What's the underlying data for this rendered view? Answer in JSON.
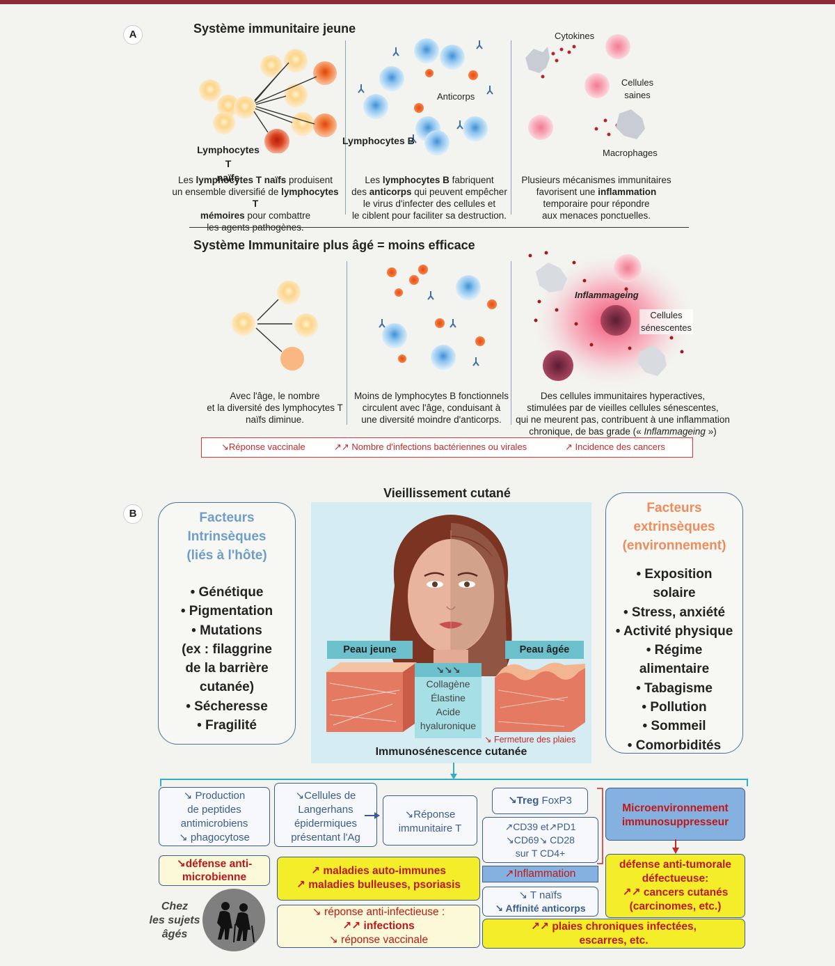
{
  "panel_a": {
    "letter": "A",
    "young_title": "Système immunitaire jeune",
    "old_title": "Système Immunitaire plus âgé = moins efficace",
    "labels": {
      "lymph_t": "Lymphocytes T",
      "naifs": "naïfs",
      "lymph_b": "Lymphocytes B",
      "anticorps": "Anticorps",
      "cytokines": "Cytokines",
      "cellules": "Cellules",
      "saines": "saines",
      "macrophages": "Macrophages",
      "inflammageing": "Inflammageing",
      "cellules2": "Cellules",
      "senescentes": "sénescentes"
    },
    "young_captions": {
      "t": [
        "Les ",
        "lymphocytes T naïfs",
        " produisent",
        "un ensemble diversifié de ",
        "lymphocytes T",
        "mémoires",
        " pour combattre",
        "les agents pathogènes."
      ],
      "b": [
        "Les ",
        "lymphocytes B",
        " fabriquent",
        "des ",
        "anticorps",
        " qui peuvent empêcher",
        "le virus d'infecter des cellules et",
        "le ciblent pour faciliter sa destruction."
      ],
      "inf": [
        "Plusieurs mécanismes immunitaires",
        "favorisent une ",
        "inflammation",
        "temporaire pour répondre",
        "aux menaces ponctuelles."
      ]
    },
    "old_captions": {
      "t": [
        "Avec l'âge, le nombre",
        "et la diversité des lymphocytes T",
        "naïfs diminue."
      ],
      "b": [
        "Moins de lymphocytes B fonctionnels",
        "circulent avec l'âge, conduisant à",
        "une diversité moindre d'anticorps."
      ],
      "inf": [
        "Des cellules immunitaires hyperactives,",
        "stimulées par de vieilles cellules sénescentes,",
        "qui ne meurent pas, contribuent à une inflammation",
        "chronique, de bas grade (« ",
        "Inflammageing",
        " »)"
      ]
    },
    "effects": [
      "↘Réponse vaccinale",
      "↗↗ Nombre d'infections bactériennes ou virales",
      "↗ Incidence des cancers"
    ]
  },
  "panel_b": {
    "letter": "B",
    "title": "Vieillissement cutané",
    "intrinsic": {
      "title": [
        "Facteurs",
        "Intrinsèques",
        "(liés à l'hôte)"
      ],
      "items": [
        "• Génétique",
        "• Pigmentation",
        "• Mutations",
        "(ex : filaggrine",
        "de la barrière",
        "cutanée)",
        "• Sécheresse",
        "• Fragilité"
      ]
    },
    "extrinsic": {
      "title": [
        "Facteurs",
        "extrinsèques",
        "(environnement)"
      ],
      "items": [
        "• Exposition",
        "solaire",
        "• Stress, anxiété",
        "• Activité physique",
        "• Régime",
        "alimentaire",
        "• Tabagisme",
        "• Pollution",
        "• Sommeil",
        "• Comorbidités"
      ]
    },
    "peau_jeune": "Peau jeune",
    "peau_agee": "Peau âgée",
    "matrix": [
      "↘↘↘",
      "Collagène",
      "Élastine",
      "Acide",
      "hyaluronique"
    ],
    "fermeture": "↘ Fermeture des plaies",
    "immuno_title": "Immunosénescence cutanée",
    "boxes": {
      "peptides": [
        "↘ Production",
        "de peptides",
        "antimicrobiens",
        "↘ phagocytose"
      ],
      "langerhans": [
        "↘Cellules de",
        "Langerhans",
        "épidermiques",
        "présentant l'Ag"
      ],
      "reponse_t": [
        "↘Réponse",
        "immunitaire T"
      ],
      "treg": [
        "↘Treg",
        " FoxP3"
      ],
      "cd": [
        "↗CD39 et↗PD1",
        "↘CD69↘ CD28",
        "sur T CD4+"
      ],
      "micro": [
        "Microenvironnement",
        "immunosuppresseur"
      ],
      "defense_micro": [
        "↘défense anti-",
        "microbienne"
      ],
      "auto": [
        "↗ maladies auto-immunes",
        "↗ maladies bulleuses, psoriasis"
      ],
      "inflammation": "↗Inflammation",
      "t_naifs": [
        "↘ T naïfs",
        "↘ Affinité anticorps"
      ],
      "tumorale": [
        "défense anti-tumorale",
        "défectueuse:",
        "↗↗ cancers cutanés",
        "(carcinomes, etc.)"
      ],
      "infectieuse": [
        "↘ réponse anti-infectieuse :",
        "↗↗ infections",
        "↘ réponse vaccinale"
      ],
      "plaies": [
        "↗↗ plaies chroniques infectées,",
        "escarres, etc."
      ]
    },
    "elderly": [
      "Chez",
      "les sujets",
      "âgés"
    ]
  }
}
